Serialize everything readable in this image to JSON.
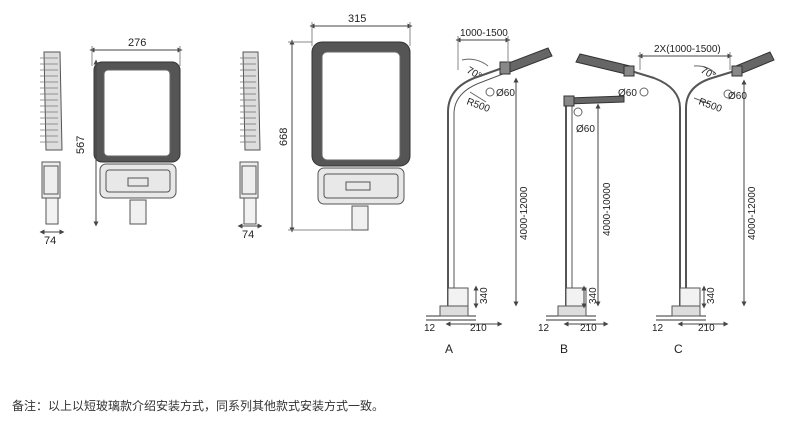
{
  "dims": {
    "side1_width": "74",
    "front1_width": "276",
    "front1_height": "567",
    "side2_width": "74",
    "front2_width": "315",
    "front2_height": "668"
  },
  "pole_a": {
    "label": "A",
    "arm_reach": "1000-1500",
    "angle": "70°",
    "radius": "R500",
    "diameter": "Ø60",
    "height": "4000-12000",
    "base_height": "340",
    "base_width": "210",
    "base_offset": "12"
  },
  "pole_b": {
    "label": "B",
    "diameter": "Ø60",
    "height": "4000-10000",
    "base_height": "340",
    "base_width": "210",
    "base_offset": "12"
  },
  "pole_c": {
    "label": "C",
    "arm_reach": "2X(1000-1500)",
    "angle": "70°",
    "radius": "R500",
    "diameter_left": "Ø60",
    "diameter_right": "Ø60",
    "height": "4000-12000",
    "base_height": "340",
    "base_width": "210",
    "base_offset": "12"
  },
  "note": "备注：以上以短玻璃款介绍安装方式，同系列其他款式安装方式一致。"
}
